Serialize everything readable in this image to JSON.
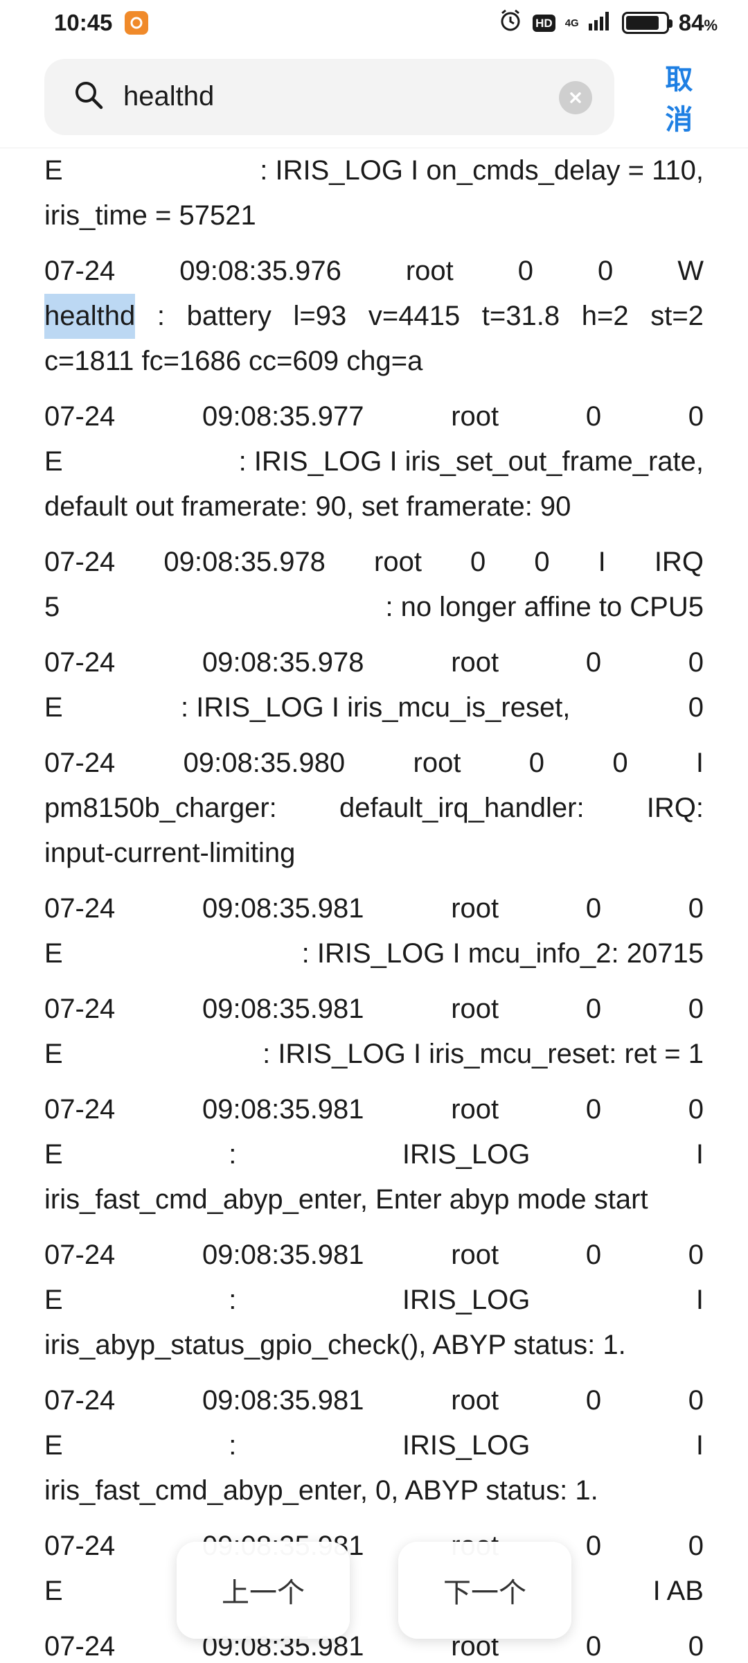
{
  "status_bar": {
    "time": "10:45",
    "network": "4G",
    "battery_level": 0.84,
    "battery_pct": "84",
    "pct_sign": "%"
  },
  "search": {
    "query": "healthd",
    "cancel_label": "取消"
  },
  "log_entries": [
    {
      "lines": [
        [
          "E",
          ": IRIS_LOG I on_cmds_delay = 110,"
        ],
        [
          "iris_time = 57521"
        ]
      ]
    },
    {
      "lines": [
        [
          "07-24",
          "09:08:35.976",
          "root",
          "0",
          "0",
          "W"
        ],
        [
          "healthd",
          ":",
          "battery",
          "l=93",
          "v=4415",
          "t=31.8",
          "h=2",
          "st=2"
        ],
        [
          "c=1811 fc=1686 cc=609 chg=a"
        ]
      ]
    },
    {
      "lines": [
        [
          "07-24",
          "09:08:35.977",
          "root",
          "0",
          "0"
        ],
        [
          "E",
          ": IRIS_LOG I iris_set_out_frame_rate,"
        ],
        [
          "default out framerate: 90, set framerate: 90"
        ]
      ]
    },
    {
      "lines": [
        [
          "07-24",
          "09:08:35.978",
          "root",
          "0",
          "0",
          "I",
          "IRQ"
        ],
        [
          "5",
          ": no longer affine to CPU5"
        ]
      ]
    },
    {
      "lines": [
        [
          "07-24",
          "09:08:35.978",
          "root",
          "0",
          "0"
        ],
        [
          "E",
          ": IRIS_LOG I iris_mcu_is_reset,",
          "0"
        ]
      ]
    },
    {
      "lines": [
        [
          "07-24",
          "09:08:35.980",
          "root",
          "0",
          "0",
          "I"
        ],
        [
          "pm8150b_charger:",
          "default_irq_handler:",
          "IRQ:"
        ],
        [
          "input-current-limiting"
        ]
      ]
    },
    {
      "lines": [
        [
          "07-24",
          "09:08:35.981",
          "root",
          "0",
          "0"
        ],
        [
          "E",
          ": IRIS_LOG I mcu_info_2: 20715"
        ]
      ]
    },
    {
      "lines": [
        [
          "07-24",
          "09:08:35.981",
          "root",
          "0",
          "0"
        ],
        [
          "E",
          ": IRIS_LOG I iris_mcu_reset: ret = 1"
        ]
      ]
    },
    {
      "lines": [
        [
          "07-24",
          "09:08:35.981",
          "root",
          "0",
          "0"
        ],
        [
          "E",
          ":",
          "IRIS_LOG",
          "I"
        ],
        [
          "iris_fast_cmd_abyp_enter, Enter abyp mode start"
        ]
      ]
    },
    {
      "lines": [
        [
          "07-24",
          "09:08:35.981",
          "root",
          "0",
          "0"
        ],
        [
          "E",
          ":",
          "IRIS_LOG",
          "I"
        ],
        [
          "iris_abyp_status_gpio_check(), ABYP status: 1."
        ]
      ]
    },
    {
      "lines": [
        [
          "07-24",
          "09:08:35.981",
          "root",
          "0",
          "0"
        ],
        [
          "E",
          ":",
          "IRIS_LOG",
          "I"
        ],
        [
          "iris_fast_cmd_abyp_enter, 0, ABYP status: 1."
        ]
      ]
    },
    {
      "lines": [
        [
          "07-24",
          "09:08:35.981",
          "root",
          "0",
          "0"
        ],
        [
          "E",
          "I AB"
        ]
      ]
    },
    {
      "lines": [
        [
          "07-24",
          "09:08:35.981",
          "root",
          "0",
          "0"
        ]
      ]
    }
  ],
  "nav": {
    "prev_label": "上一个",
    "next_label": "下一个"
  }
}
